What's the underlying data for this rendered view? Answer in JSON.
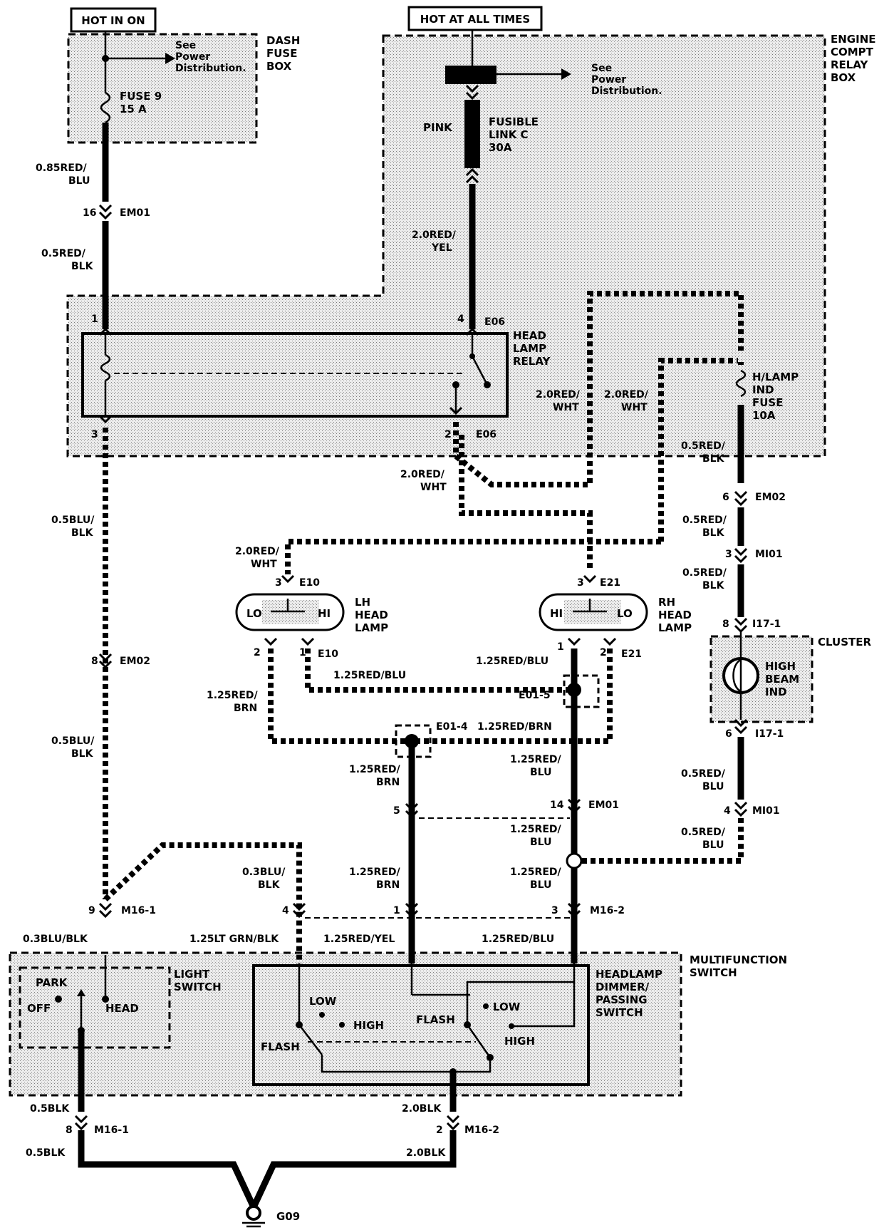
{
  "boxes": {
    "hot_in_on": "HOT IN ON",
    "hot_at_all_times": "HOT AT ALL TIMES"
  },
  "components": {
    "dash_fuse_box": [
      "DASH",
      "FUSE",
      "BOX"
    ],
    "engine_compt_relay_box": [
      "ENGINE",
      "COMPT",
      "RELAY",
      "BOX"
    ],
    "see_power_dist_1": [
      "See",
      "Power",
      "Distribution."
    ],
    "see_power_dist_2": [
      "See",
      "Power",
      "Distribution."
    ],
    "fuse9": [
      "FUSE 9",
      "15 A"
    ],
    "fusible_link": [
      "FUSIBLE",
      "LINK C",
      "30A"
    ],
    "pink": "PINK",
    "head_lamp_relay": [
      "HEAD",
      "LAMP",
      "RELAY"
    ],
    "hlamp_ind_fuse": [
      "H/LAMP",
      "IND",
      "FUSE",
      "10A"
    ],
    "lh_head_lamp": [
      "LH",
      "HEAD",
      "LAMP"
    ],
    "rh_head_lamp": [
      "RH",
      "HEAD",
      "LAMP"
    ],
    "cluster": "CLUSTER",
    "high_beam_ind": [
      "HIGH",
      "BEAM",
      "IND"
    ],
    "multifunction_switch": [
      "MULTIFUNCTION",
      "SWITCH"
    ],
    "light_switch": [
      "LIGHT",
      "SWITCH"
    ],
    "headlamp_dimmer": [
      "HEADLAMP",
      "DIMMER/",
      "PASSING",
      "SWITCH"
    ],
    "ground": "G09"
  },
  "switch_labels": {
    "park": "PARK",
    "off": "OFF",
    "head": "HEAD",
    "low_left": "LOW",
    "high_left": "HIGH",
    "flash_left": "FLASH",
    "flash_right": "FLASH",
    "low_right": "LOW",
    "high_right": "HIGH",
    "lo_lh": "LO",
    "hi_lh": "HI",
    "hi_rh": "HI",
    "lo_rh": "LO"
  },
  "wire_labels": {
    "w1": [
      "0.85RED/",
      "BLU"
    ],
    "w2": [
      "0.5RED/",
      "BLK"
    ],
    "w3": [
      "2.0RED/",
      "YEL"
    ],
    "w4": [
      "2.0RED/",
      "WHT"
    ],
    "w5": [
      "2.0RED/",
      "WHT"
    ],
    "w6": [
      "0.5RED/",
      "BLK"
    ],
    "w7": [
      "2.0RED/",
      "WHT"
    ],
    "w8": [
      "0.5BLU/",
      "BLK"
    ],
    "w9": [
      "0.5RED/",
      "BLK"
    ],
    "w10": [
      "0.5RED/",
      "BLK"
    ],
    "w11": [
      "2.0RED/",
      "WHT"
    ],
    "w12": [
      "1.25RED/",
      "BRN"
    ],
    "w13": "1.25RED/BLU",
    "w14": "1.25RED/BLU",
    "w15": "1.25RED/BRN",
    "w16": [
      "0.5BLU/",
      "BLK"
    ],
    "w17": [
      "1.25RED/",
      "BRN"
    ],
    "w18": [
      "1.25RED/",
      "BLU"
    ],
    "w19": [
      "0.5RED/",
      "BLU"
    ],
    "w20": [
      "1.25RED/",
      "BLU"
    ],
    "w21": [
      "0.5RED/",
      "BLU"
    ],
    "w22": [
      "0.3BLU/",
      "BLK"
    ],
    "w23": [
      "1.25RED/",
      "BRN"
    ],
    "w24": [
      "1.25RED/",
      "BLU"
    ],
    "w25": "0.3BLU/BLK",
    "w26": "1.25LT GRN/BLK",
    "w27": "1.25RED/YEL",
    "w28": "1.25RED/BLU",
    "w29": "0.5BLK",
    "w30": "2.0BLK",
    "w31": "0.5BLK",
    "w32": "2.0BLK"
  },
  "connectors": {
    "c_em01_16": "16",
    "em01_a": "EM01",
    "c1": "1",
    "c4": "4",
    "e06_a": "E06",
    "c3": "3",
    "c2": "2",
    "e06_b": "E06",
    "c6": "6",
    "em02_a": "EM02",
    "c3b": "3",
    "mi01_a": "MI01",
    "c8_em02": "8",
    "em02_b": "EM02",
    "c3_e10": "3",
    "e10_a": "E10",
    "c3_e21": "3",
    "e21_a": "E21",
    "c2_lh": "2",
    "c1_lh": "1",
    "e10_b": "E10",
    "c1_rh": "1",
    "c2_rh": "2",
    "e21_b": "E21",
    "c8_i17": "8",
    "i17_a": "I17-1",
    "c6_i17": "6",
    "i17_b": "I17-1",
    "e01_5": "E01-5",
    "e01_4": "E01-4",
    "c5": "5",
    "c14": "14",
    "em01_b": "EM01",
    "c4_mi01": "4",
    "mi01_b": "MI01",
    "c9": "9",
    "m16_1_a": "M16-1",
    "c4_m16": "4",
    "c1_m16": "1",
    "c3_m16": "3",
    "m16_2_a": "M16-2",
    "c8_m16": "8",
    "m16_1_b": "M16-1",
    "c2_m16": "2",
    "m16_2_b": "M16-2"
  }
}
